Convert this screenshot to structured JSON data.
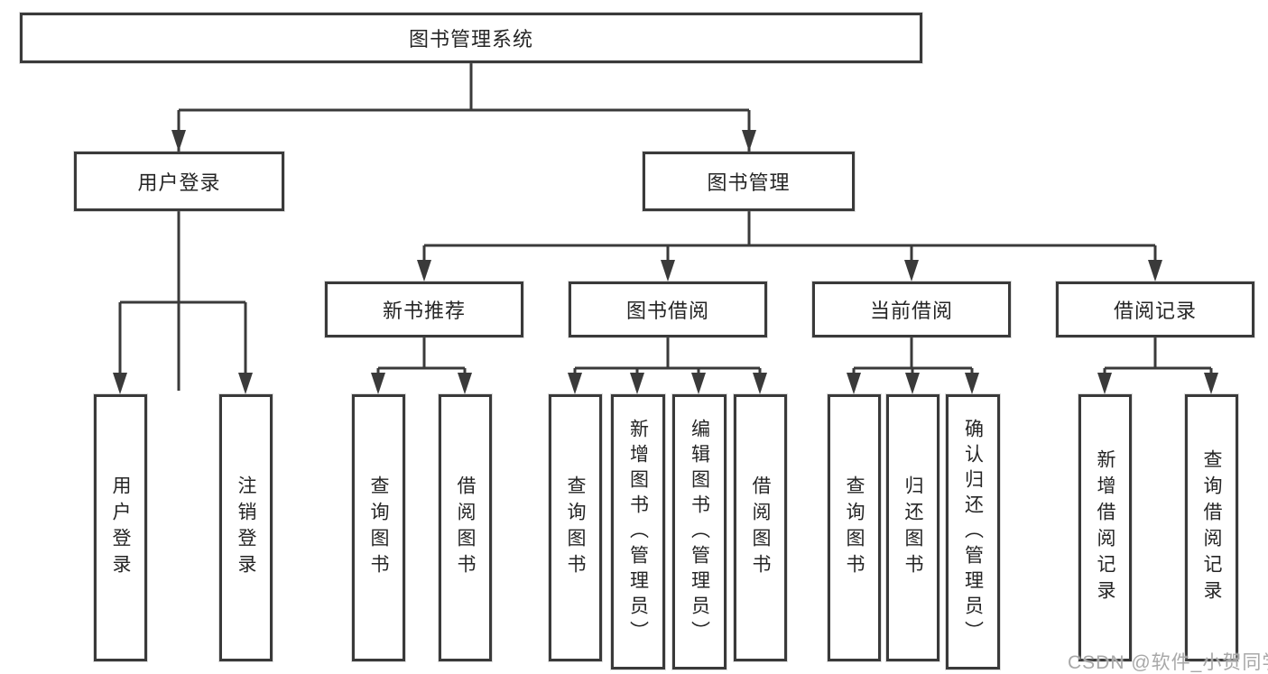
{
  "colors": {
    "line": "#3a3a3a",
    "box_border": "#3a3a3a",
    "text": "#252525",
    "watermark": "#a8a8a8",
    "background": "#ffffff"
  },
  "root": {
    "label": "图书管理系统"
  },
  "level2": {
    "user_login": "用户登录",
    "book_mgmt": "图书管理"
  },
  "level3": {
    "new_books": "新书推荐",
    "book_borrow": "图书借阅",
    "current_borrow": "当前借阅",
    "borrow_records": "借阅记录"
  },
  "leaves": {
    "login": "用户登录",
    "logout": "注销登录",
    "nb_query": "查询图书",
    "nb_borrow": "借阅图书",
    "bb_query": "查询图书",
    "bb_add": "新增图书（管理员）",
    "bb_edit": "编辑图书（管理员）",
    "bb_borrow": "借阅图书",
    "cb_query": "查询图书",
    "cb_return": "归还图书",
    "cb_confirm": "确认归还（管理员）",
    "br_add": "新增借阅记录",
    "br_query": "查询借阅记录"
  },
  "watermark": "CSDN @软件_小贺同学"
}
